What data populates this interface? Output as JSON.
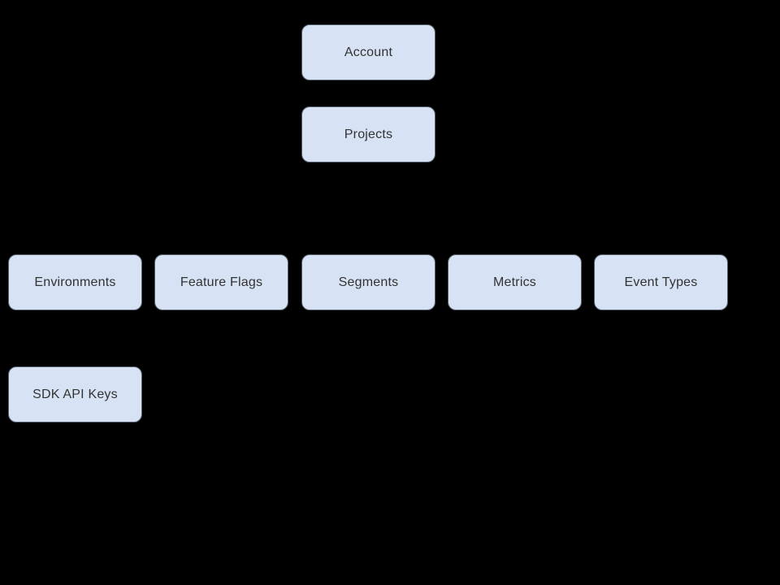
{
  "diagram": {
    "background_color": "#000000",
    "node_fill_color": "#d7e3f4",
    "node_border_color": "#55606c",
    "node_text_color": "#333333",
    "nodes": {
      "account": {
        "label": "Account"
      },
      "projects": {
        "label": "Projects"
      },
      "environments": {
        "label": "Environments"
      },
      "feature_flags": {
        "label": "Feature Flags"
      },
      "segments": {
        "label": "Segments"
      },
      "metrics": {
        "label": "Metrics"
      },
      "event_types": {
        "label": "Event Types"
      },
      "sdk_api_keys": {
        "label": "SDK API Keys"
      }
    }
  }
}
